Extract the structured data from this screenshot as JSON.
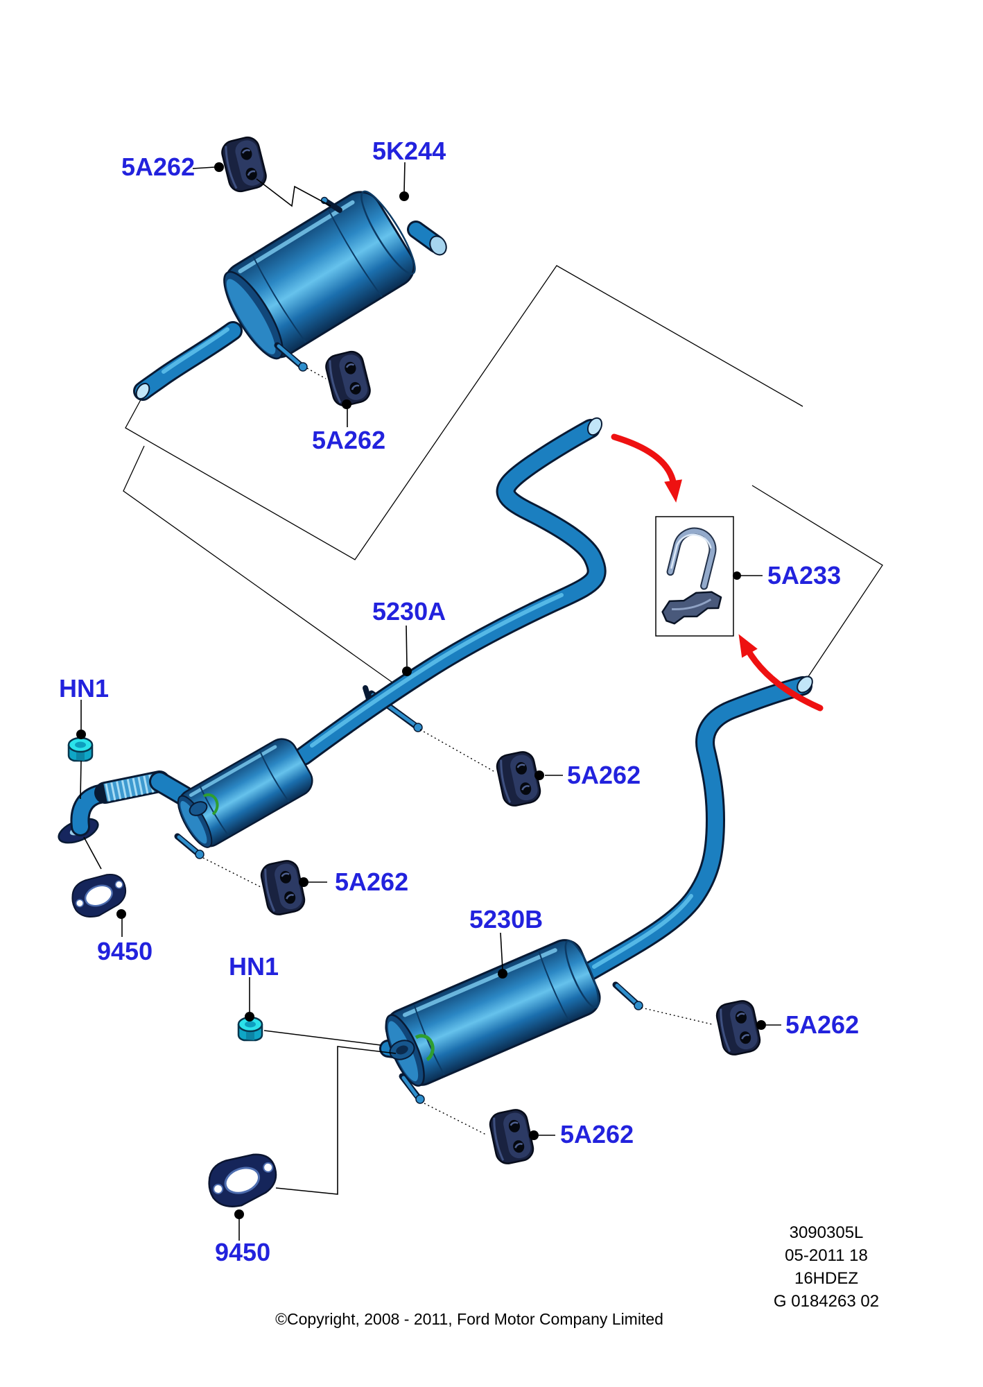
{
  "diagram": {
    "labels": {
      "rear_hanger": "5A262",
      "rear_muffler": "5K244",
      "rear_hanger2": "5A262",
      "pipe_a": "5230A",
      "clamp": "5A233",
      "nut_a": "HN1",
      "hanger_mid_right": "5A262",
      "hanger_mid_left": "5A262",
      "gasket_a": "9450",
      "nut_b": "HN1",
      "muffler_b": "5230B",
      "hanger_b_right": "5A262",
      "hanger_b_bottom": "5A262",
      "gasket_b": "9450"
    },
    "reference": {
      "line1": "3090305L",
      "line2": "05-2011 18",
      "line3": "16HDEZ",
      "line4": "G 0184263 02"
    },
    "copyright": "©Copyright, 2008 - 2011, Ford Motor Company Limited",
    "colors": {
      "label_blue": "#2222DD",
      "line_black": "#000000",
      "pipe_blue": "#1B7FC0",
      "pipe_highlight": "#5FC2EC",
      "pipe_shadow": "#081A34",
      "hanger_navy": "#192240",
      "nut_cyan": "#2BE2EA",
      "gasket_navy": "#15255A",
      "clamp_steel": "#93AACB",
      "arrow_red": "#EE1111",
      "seal_green": "#2F9E30"
    }
  }
}
